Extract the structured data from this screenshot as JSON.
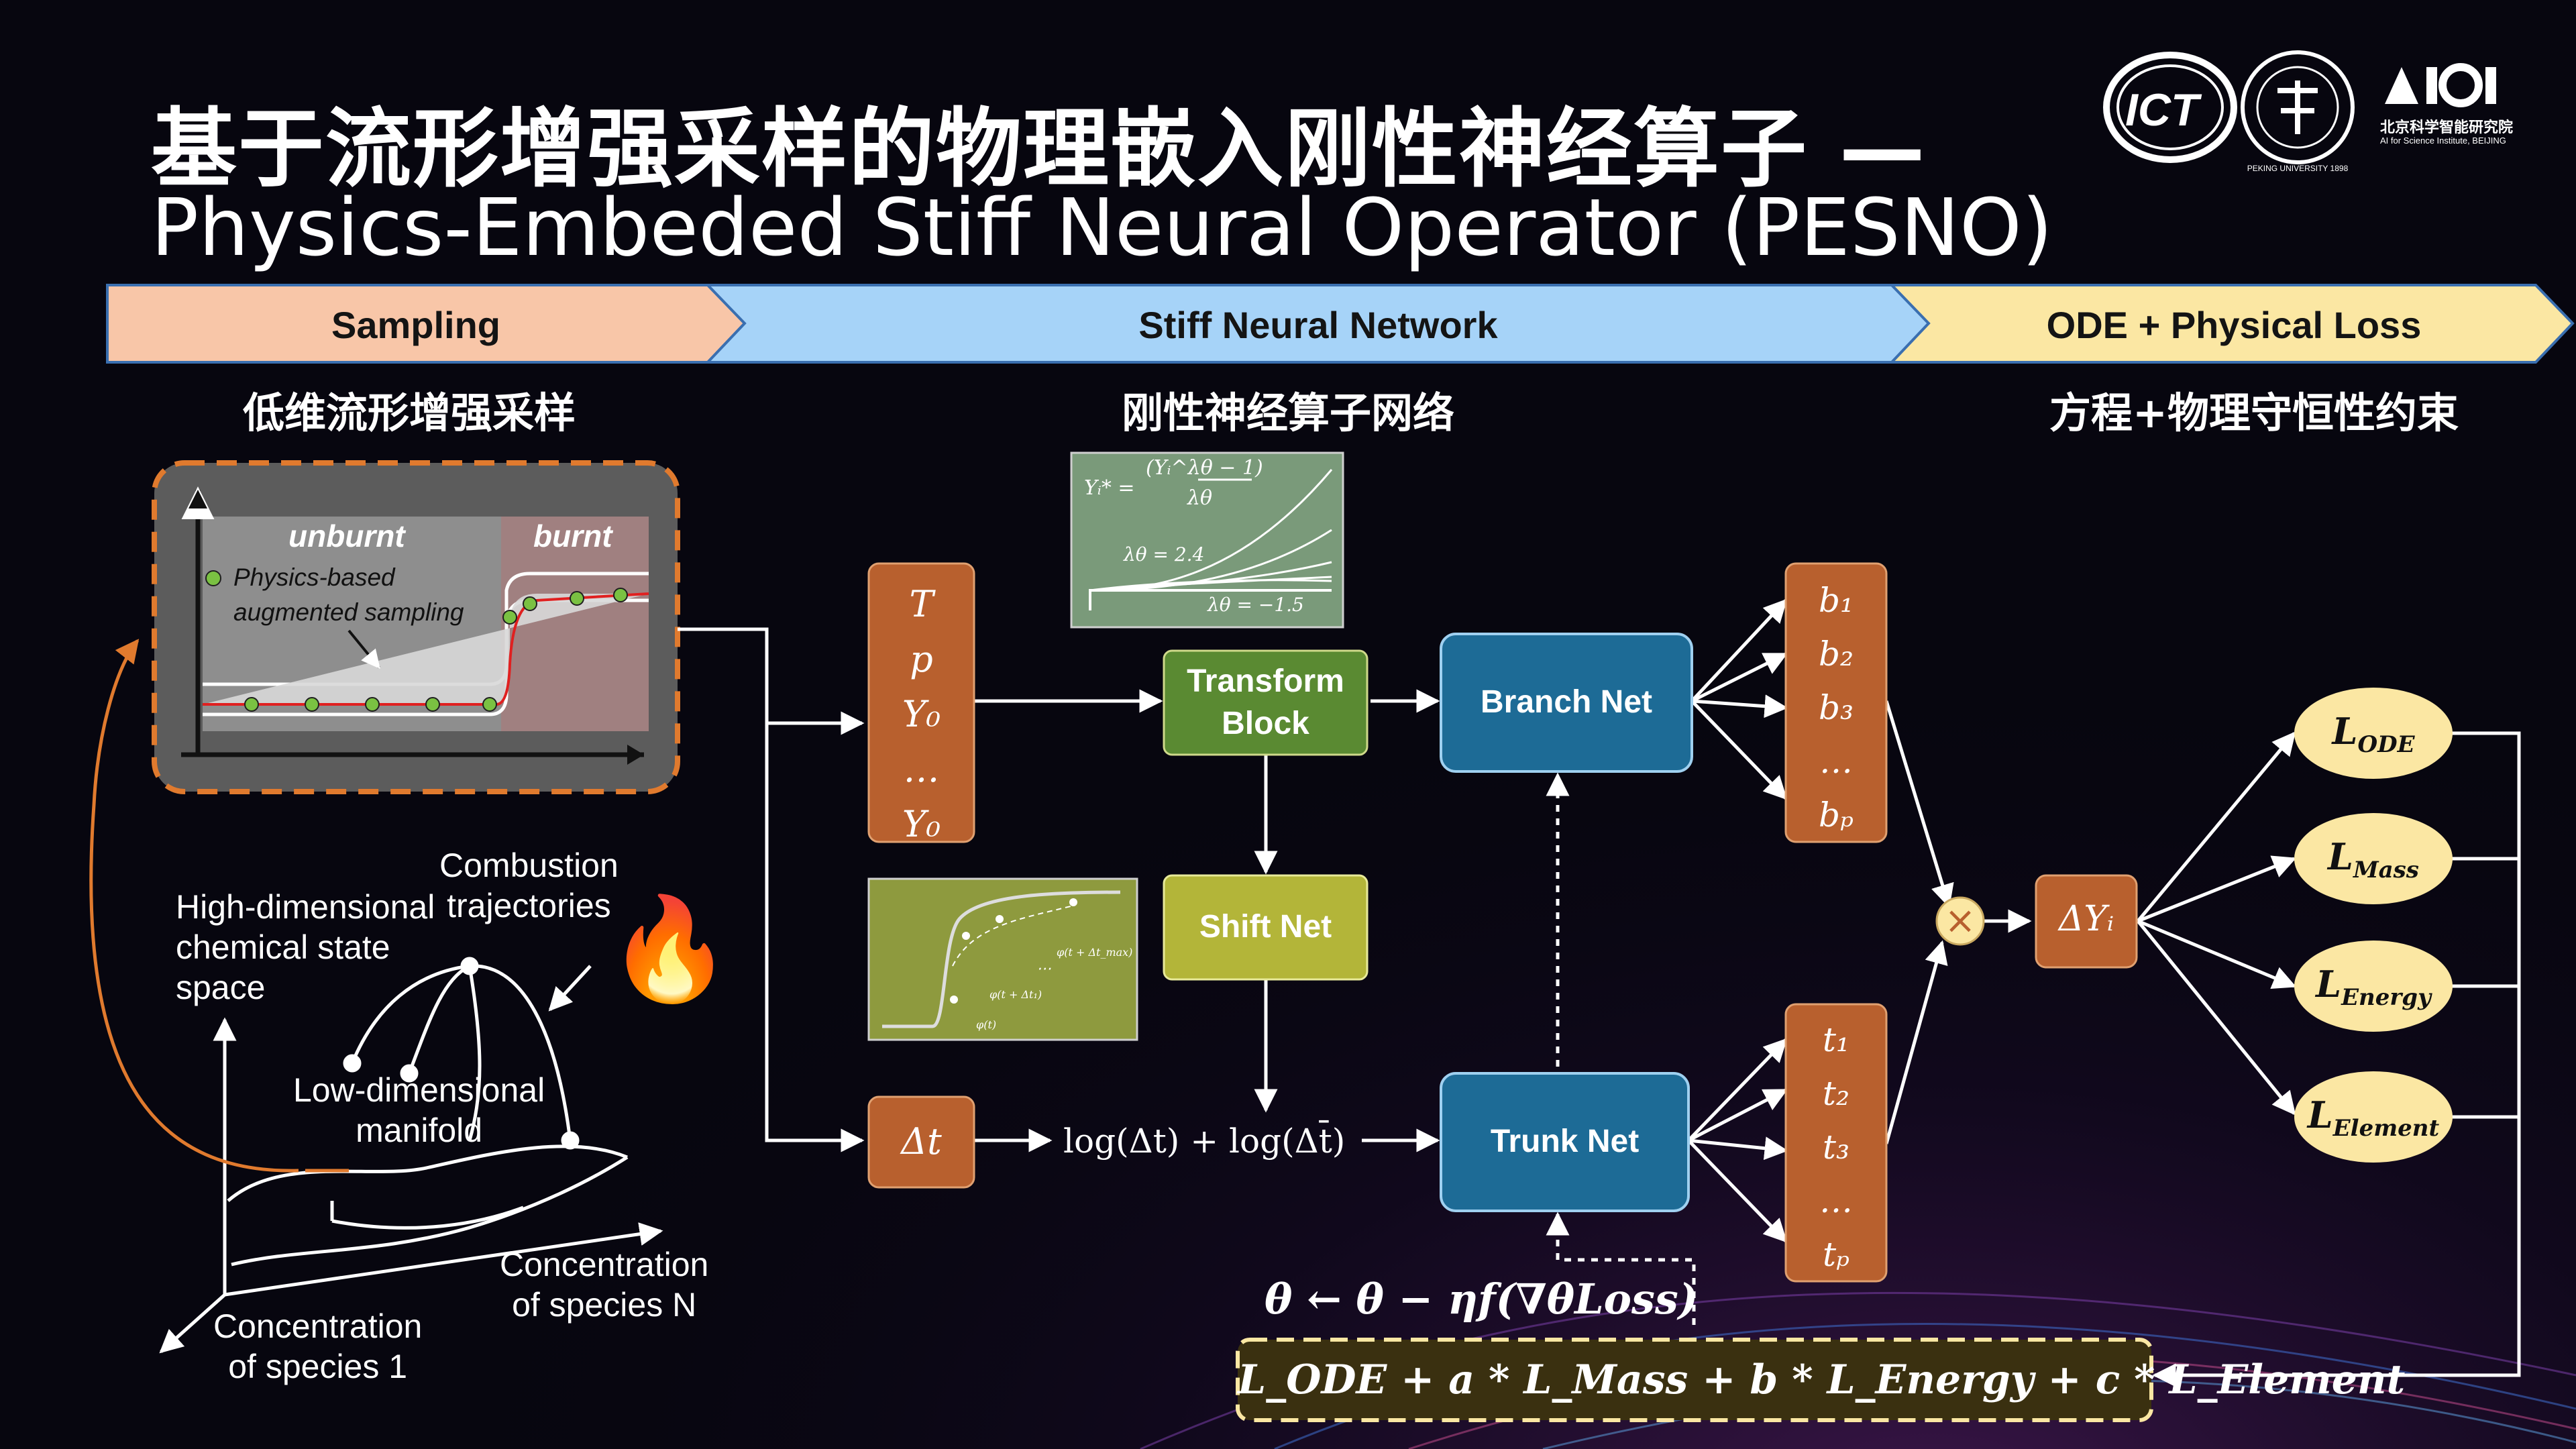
{
  "title": {
    "zh": "基于流形增强采样的物理嵌入刚性神经算子 —",
    "en": "Physics-Embeded Stiff Neural Operator (PESNO)"
  },
  "logos": {
    "ict": "ICT",
    "pku": "PEKING UNIVERSITY 1898",
    "aisi_title": "AISI",
    "aisi_zh": "北京科学智能研究院",
    "aisi_en": "AI for Science Institute, BEIJING"
  },
  "banners": [
    {
      "label": "Sampling",
      "color": "#f8c6a8"
    },
    {
      "label": "Stiff Neural Network",
      "color": "#a6d3f8"
    },
    {
      "label": "ODE + Physical Loss",
      "color": "#fbe7a3"
    }
  ],
  "subheads": {
    "sampling": "低维流形增强采样",
    "network": "刚性神经算子网络",
    "loss": "方程+物理守恒性约束"
  },
  "sampling_plot": {
    "unburnt": "unburnt",
    "burnt": "burnt",
    "legend_line1": "Physics-based",
    "legend_line2": "augmented sampling"
  },
  "manifold": {
    "high_dim_line1": "High-dimensional",
    "high_dim_line2": "chemical state",
    "high_dim_line3": "space",
    "traj_line1": "Combustion",
    "traj_line2": "trajectories",
    "lowdim_line1": "Low-dimensional",
    "lowdim_line2": "manifold",
    "conc_n_line1": "Concentration",
    "conc_n_line2": "of species N",
    "conc_1_line1": "Concentration",
    "conc_1_line2": "of species 1",
    "fire_icon": "🔥"
  },
  "input_vars": [
    "T",
    "p",
    "Y₀",
    "…",
    "Y₀"
  ],
  "dt_var": "Δt",
  "blocks": {
    "transform_line1": "Transform",
    "transform_line2": "Block",
    "shift": "Shift Net",
    "branch": "Branch Net",
    "trunk": "Trunk Net"
  },
  "boxcox": {
    "formula_lhs": "Yᵢ* =",
    "formula_num": "(Yᵢ^λθ − 1)",
    "formula_den": "λθ",
    "lambda_pos": "λθ = 2.4",
    "lambda_neg": "λθ = −1.5"
  },
  "shift_inset": {
    "label_max": "φ(t + Δt_max)",
    "label_1": "φ(t + Δt₁)",
    "label_t": "φ(t)",
    "dots": "⋯"
  },
  "log_expr": "log(Δt) + log(Δt̄)",
  "branch_outputs": [
    "b₁",
    "b₂",
    "b₃",
    "…",
    "bₚ"
  ],
  "trunk_outputs": [
    "t₁",
    "t₂",
    "t₃",
    "…",
    "tₚ"
  ],
  "multiply_symbol": "×",
  "delta_y": "ΔYᵢ",
  "losses": [
    "L_ODE",
    "L_Mass",
    "L_Energy",
    "L_Element"
  ],
  "loss_display": [
    {
      "main": "L",
      "sub": "ODE"
    },
    {
      "main": "L",
      "sub": "Mass"
    },
    {
      "main": "L",
      "sub": "Energy"
    },
    {
      "main": "L",
      "sub": "Element"
    }
  ],
  "update_rule": "θ ← θ − ηf(∇θLoss)",
  "total_loss": "L_ODE + a * L_Mass + b * L_Energy + c * L_Element",
  "colors": {
    "orange_box": "#b8602e",
    "green_block": "#5a8a32",
    "olive_block": "#b3b539",
    "blue_block": "#1d6b96",
    "loss_oval": "#fbe7a3",
    "dashed_orange": "#e07a2e"
  }
}
